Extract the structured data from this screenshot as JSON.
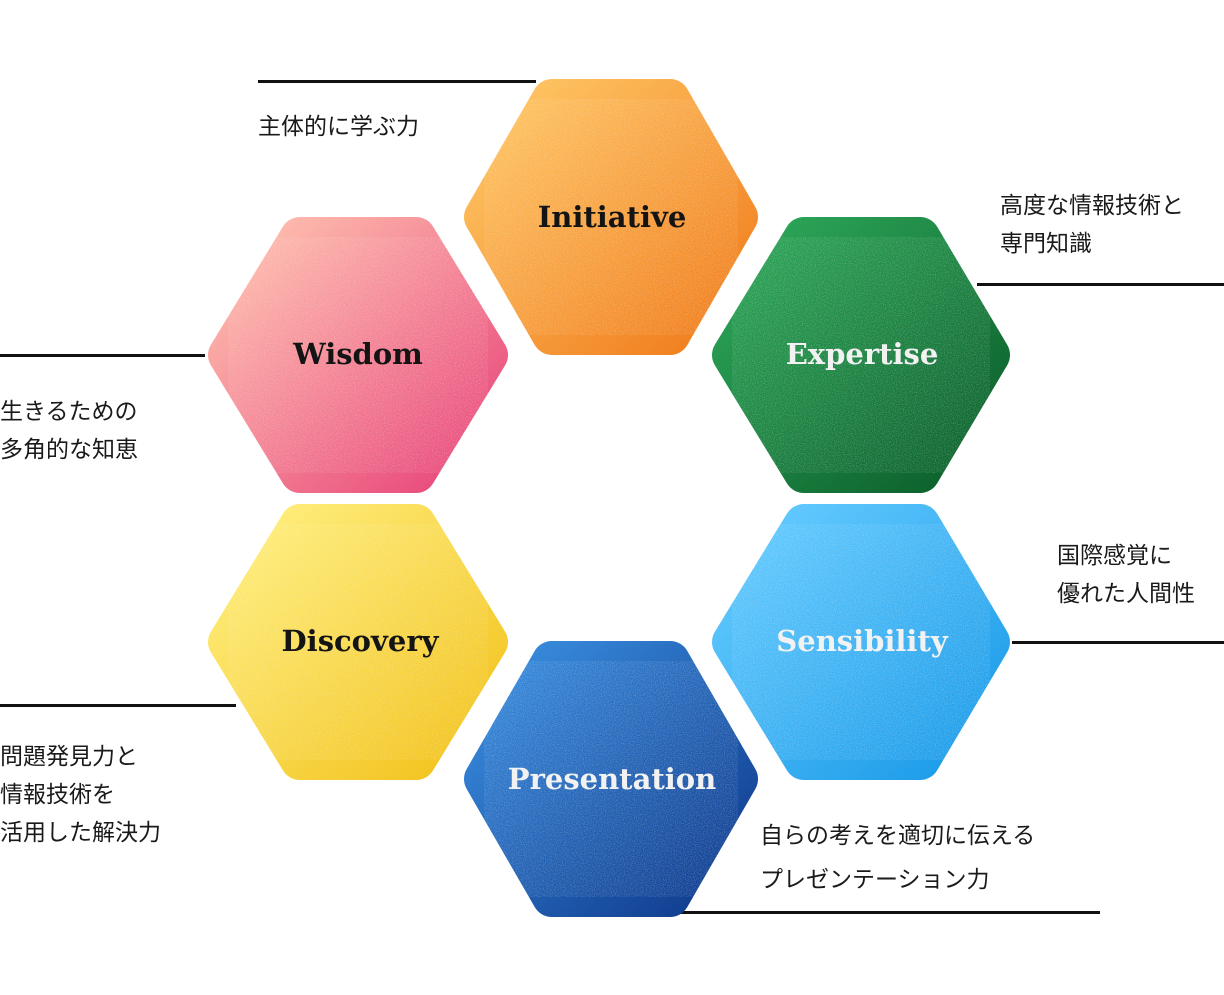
{
  "hexagons": {
    "initiative": {
      "title": "Initiative",
      "title_color": "#141414",
      "color_light": "#ffc766",
      "color_dark": "#f07c1c"
    },
    "wisdom": {
      "title": "Wisdom",
      "title_color": "#141414",
      "color_light": "#ffc2b0",
      "color_dark": "#e8457a"
    },
    "expertise": {
      "title": "Expertise",
      "title_color": "#f2f2f2",
      "color_light": "#2ea85a",
      "color_dark": "#0b5e2a"
    },
    "discovery": {
      "title": "Discovery",
      "title_color": "#141414",
      "color_light": "#ffef80",
      "color_dark": "#f2c21c"
    },
    "sensibility": {
      "title": "Sensibility",
      "title_color": "#f2f2f2",
      "color_light": "#66ccff",
      "color_dark": "#1a9ae8"
    },
    "presentation": {
      "title": "Presentation",
      "title_color": "#f2f2f2",
      "color_light": "#3a8ee0",
      "color_dark": "#0f3a8c"
    }
  },
  "descriptions": {
    "initiative": [
      "主体的に学ぶ力"
    ],
    "expertise": [
      "高度な情報技術と",
      "専門知識"
    ],
    "wisdom": [
      "生きるための",
      "多角的な知恵"
    ],
    "sensibility": [
      "国際感覚に",
      "優れた人間性"
    ],
    "discovery": [
      "問題発見力と",
      "情報技術を",
      "活用した解決力"
    ],
    "presentation": [
      "自らの考えを適切に伝える",
      "プレゼンテーション力"
    ]
  }
}
